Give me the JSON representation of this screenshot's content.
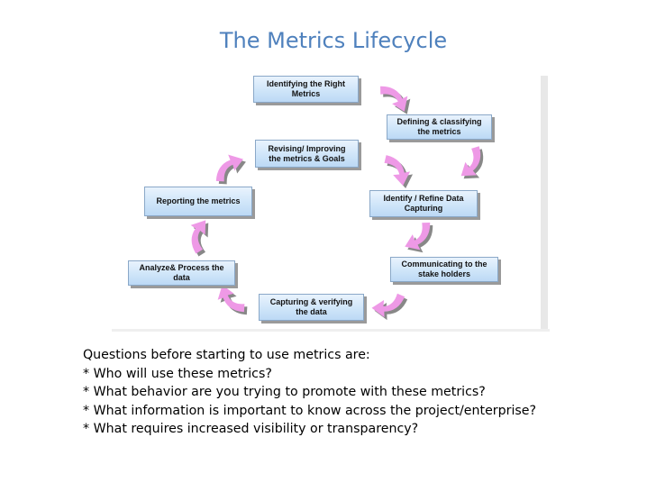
{
  "title": "The Metrics Lifecycle",
  "diagram": {
    "nodes": [
      {
        "id": "identifying",
        "text": "Identifying the Right\nMetrics"
      },
      {
        "id": "defining",
        "text": "Defining & classifying\nthe metrics"
      },
      {
        "id": "identify-refine",
        "text": "Identify / Refine Data\nCapturing"
      },
      {
        "id": "communicating",
        "text": "Communicating to the\nstake holders"
      },
      {
        "id": "capturing",
        "text": "Capturing & verifying\nthe data"
      },
      {
        "id": "analyze",
        "text": "Analyze& Process the\ndata"
      },
      {
        "id": "reporting",
        "text": "Reporting the metrics"
      },
      {
        "id": "revising",
        "text": "Revising/ Improving\nthe metrics & Goals"
      }
    ],
    "arrow_color": "#ee99e6"
  },
  "questions": [
    "Questions before starting to use metrics are:",
    "* Who will use these metrics?",
    "* What behavior are you trying to promote with these metrics?",
    "* What information is important to know across the project/enterprise?",
    "* What requires increased visibility or transparency?"
  ]
}
